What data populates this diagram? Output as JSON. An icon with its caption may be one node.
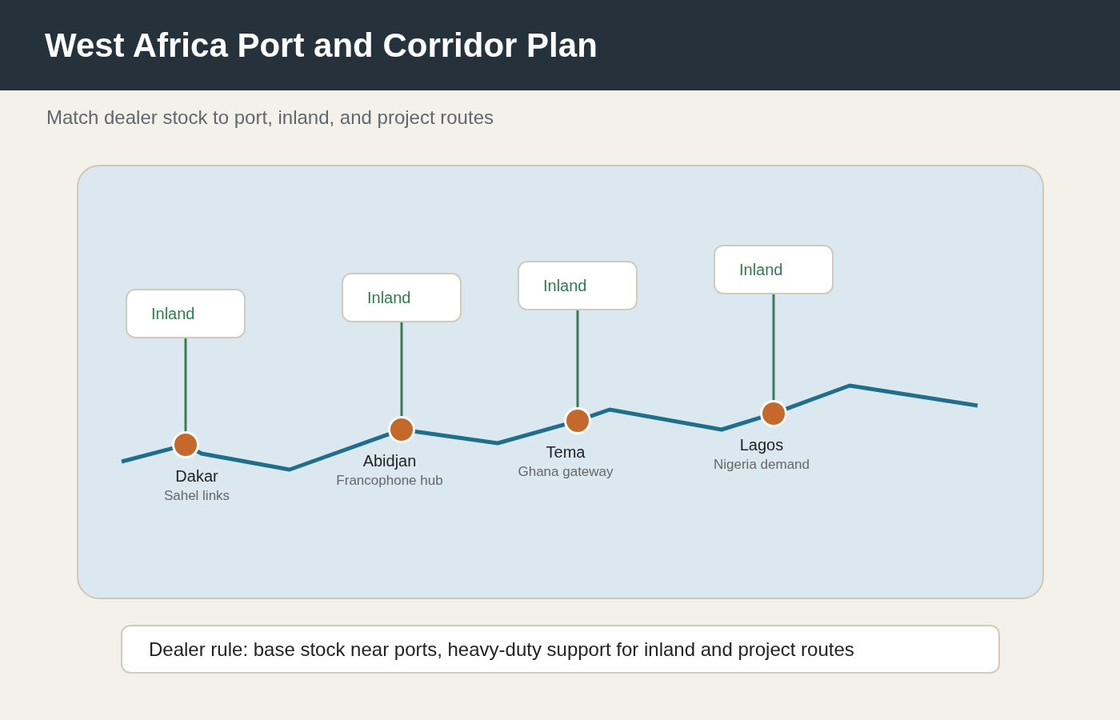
{
  "diagram": {
    "title": "West Africa Port and Corridor Plan",
    "nodes": [
      {
        "text": [],
        "shape": "box"
      },
      {
        "text": [
          "Inland"
        ],
        "in": 0
      },
      {
        "text": [
          "Inland"
        ],
        "in": 0
      },
      {
        "text": [
          "Inland"
        ],
        "in": 0
      },
      {
        "text": [
          "Inland"
        ],
        "in": 0
      },
      {
        "text": [],
        "shape": "circle",
        "in": 0,
        "beside": [
          "Dakar",
          "Sahel links"
        ]
      },
      {
        "text": [],
        "shape": "circle",
        "in": 0,
        "beside": [
          "Abidjan",
          "Francophone hub"
        ]
      },
      {
        "text": [],
        "shape": "circle",
        "in": 0,
        "beside": [
          "Tema",
          "Ghana gateway"
        ]
      },
      {
        "text": [],
        "shape": "circle",
        "in": 0,
        "beside": [
          "Lagos",
          "Nigeria demand"
        ]
      },
      {
        "text": [
          "Dealer rule: base stock near ports, heavy-duty support for inland and project routes"
        ]
      }
    ],
    "edges": [
      {
        "from": 1,
        "to": 5,
        "arrow": "none",
        "color": "#3a7a55"
      },
      {
        "from": 2,
        "to": 6,
        "arrow": "none",
        "color": "#3a7a55"
      },
      {
        "from": 3,
        "to": 7,
        "arrow": "none",
        "color": "#3a7a55"
      },
      {
        "from": 4,
        "to": 8,
        "arrow": "none",
        "color": "#3a7a55"
      },
      {
        "from": null,
        "to": 5,
        "arrow": "none",
        "color": "#1f6e8c"
      },
      {
        "from": 5,
        "to": 6,
        "arrow": "none",
        "color": "#1f6e8c"
      },
      {
        "from": 6,
        "to": 7,
        "arrow": "none",
        "color": "#1f6e8c"
      },
      {
        "from": 7,
        "to": 8,
        "arrow": "none",
        "color": "#1f6e8c"
      },
      {
        "from": 8,
        "to": null,
        "arrow": "none",
        "color": "#1f6e8c"
      }
    ],
    "labels": [
      "Match dealer stock to port, inland, and project routes"
    ]
  }
}
